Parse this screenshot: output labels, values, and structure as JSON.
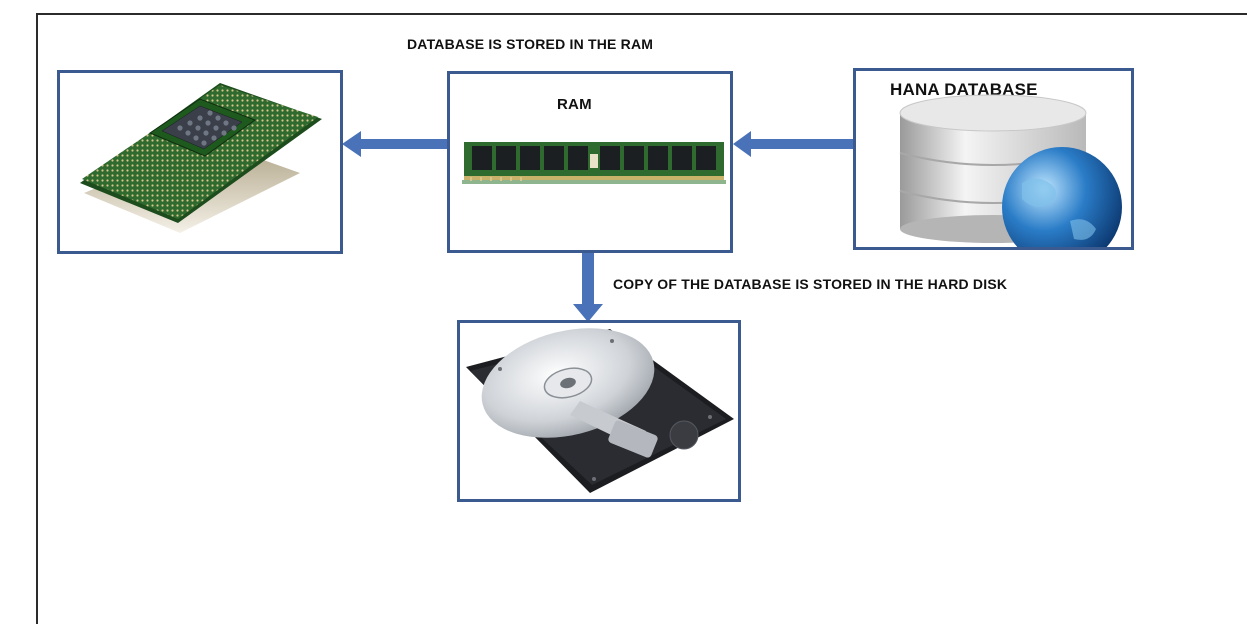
{
  "diagram": {
    "top_caption": "DATABASE IS STORED IN THE RAM",
    "bottom_caption": "COPY OF THE DATABASE IS STORED IN THE HARD DISK",
    "nodes": {
      "cpu": {
        "label": "",
        "icon": "cpu-chip-icon"
      },
      "ram": {
        "label": "RAM",
        "icon": "ram-module-icon"
      },
      "hana": {
        "label": "HANA DATABASE",
        "icon": "database-globe-icon"
      },
      "disk": {
        "label": "",
        "icon": "hard-disk-icon"
      }
    },
    "edges": [
      {
        "from": "hana",
        "to": "ram"
      },
      {
        "from": "ram",
        "to": "cpu"
      },
      {
        "from": "ram",
        "to": "disk"
      }
    ],
    "colors": {
      "box_border": "#3b5a8f",
      "arrow": "#4a72b8"
    }
  }
}
